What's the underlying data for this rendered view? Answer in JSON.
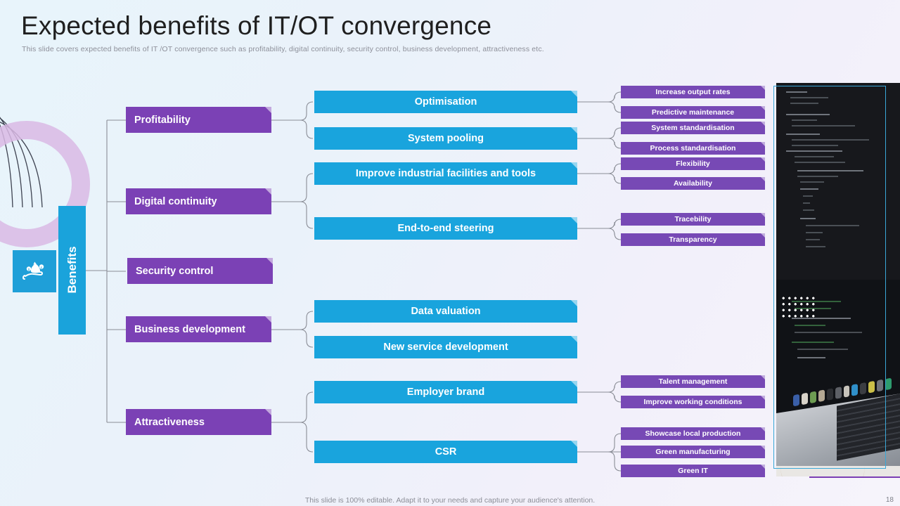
{
  "slide": {
    "title": "Expected benefits of IT/OT convergence",
    "subtitle": "This slide covers expected benefits of IT /OT  convergence such as profitability, digital continuity,  security control,  business development, attractiveness etc.",
    "footer_note": "This slide is 100% editable. Adapt it to your needs and capture your audience's attention.",
    "page_number": "18"
  },
  "colors": {
    "purple": "#7b41b5",
    "leaf_purple": "#7749b5",
    "blue": "#19a4dd",
    "root_blue": "#1aa3db",
    "ring_purple": "#d9b9e4",
    "accent_purple": "#7b3fb4",
    "frame_blue": "#3aa8d8",
    "title_text": "#1f1f1f",
    "muted_text": "#8d8f99"
  },
  "root": {
    "label": "Benefits",
    "icon": "money-bag-in-hand-icon"
  },
  "categories": [
    {
      "label": "Profitability"
    },
    {
      "label": "Digital continuity"
    },
    {
      "label": "Security control"
    },
    {
      "label": "Business development"
    },
    {
      "label": "Attractiveness"
    }
  ],
  "middle": [
    {
      "label": "Optimisation"
    },
    {
      "label": "System pooling"
    },
    {
      "label": "Improve industrial facilities and tools"
    },
    {
      "label": "End-to-end steering"
    },
    {
      "label": "Data valuation"
    },
    {
      "label": "New service development"
    },
    {
      "label": "Employer brand"
    },
    {
      "label": "CSR"
    }
  ],
  "leaves": [
    {
      "label": "Increase output  rates"
    },
    {
      "label": "Predictive maintenance"
    },
    {
      "label": "System standardisation"
    },
    {
      "label": "Process standardisation"
    },
    {
      "label": "Flexibility"
    },
    {
      "label": "Availability"
    },
    {
      "label": "Tracebility"
    },
    {
      "label": "Transparency"
    },
    {
      "label": "Talent management"
    },
    {
      "label": "Improve working conditions"
    },
    {
      "label": "Showcase local production"
    },
    {
      "label": "Green manufacturing"
    },
    {
      "label": "Green IT"
    }
  ]
}
